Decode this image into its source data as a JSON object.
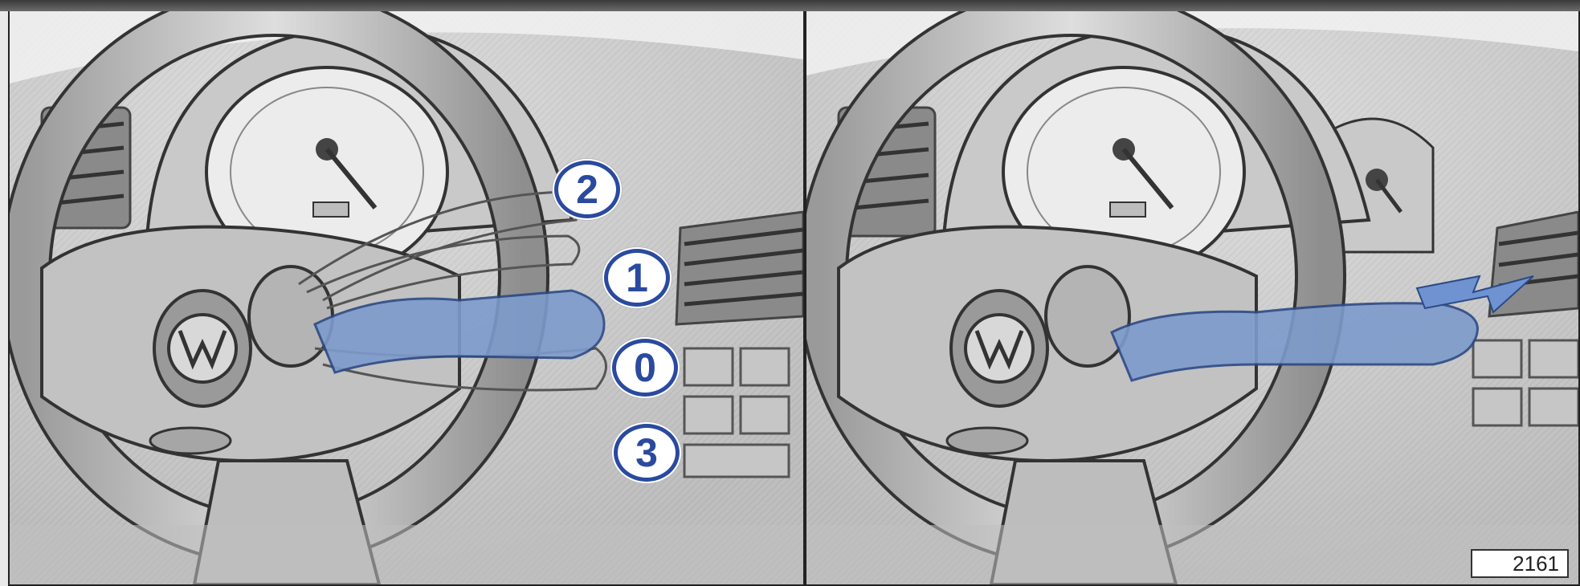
{
  "figure": {
    "code": "2161"
  },
  "lever_positions": [
    {
      "label": "2"
    },
    {
      "label": "1"
    },
    {
      "label": "0"
    },
    {
      "label": "3"
    }
  ],
  "colors": {
    "accent_blue": "#2a4aa0",
    "lever_highlight": "#7e9bcc",
    "arrow_blue": "#6f92d0",
    "panel_gray": "#d4d4d4"
  },
  "icons": [
    "vw-logo-icon",
    "push-arrow-icon"
  ]
}
